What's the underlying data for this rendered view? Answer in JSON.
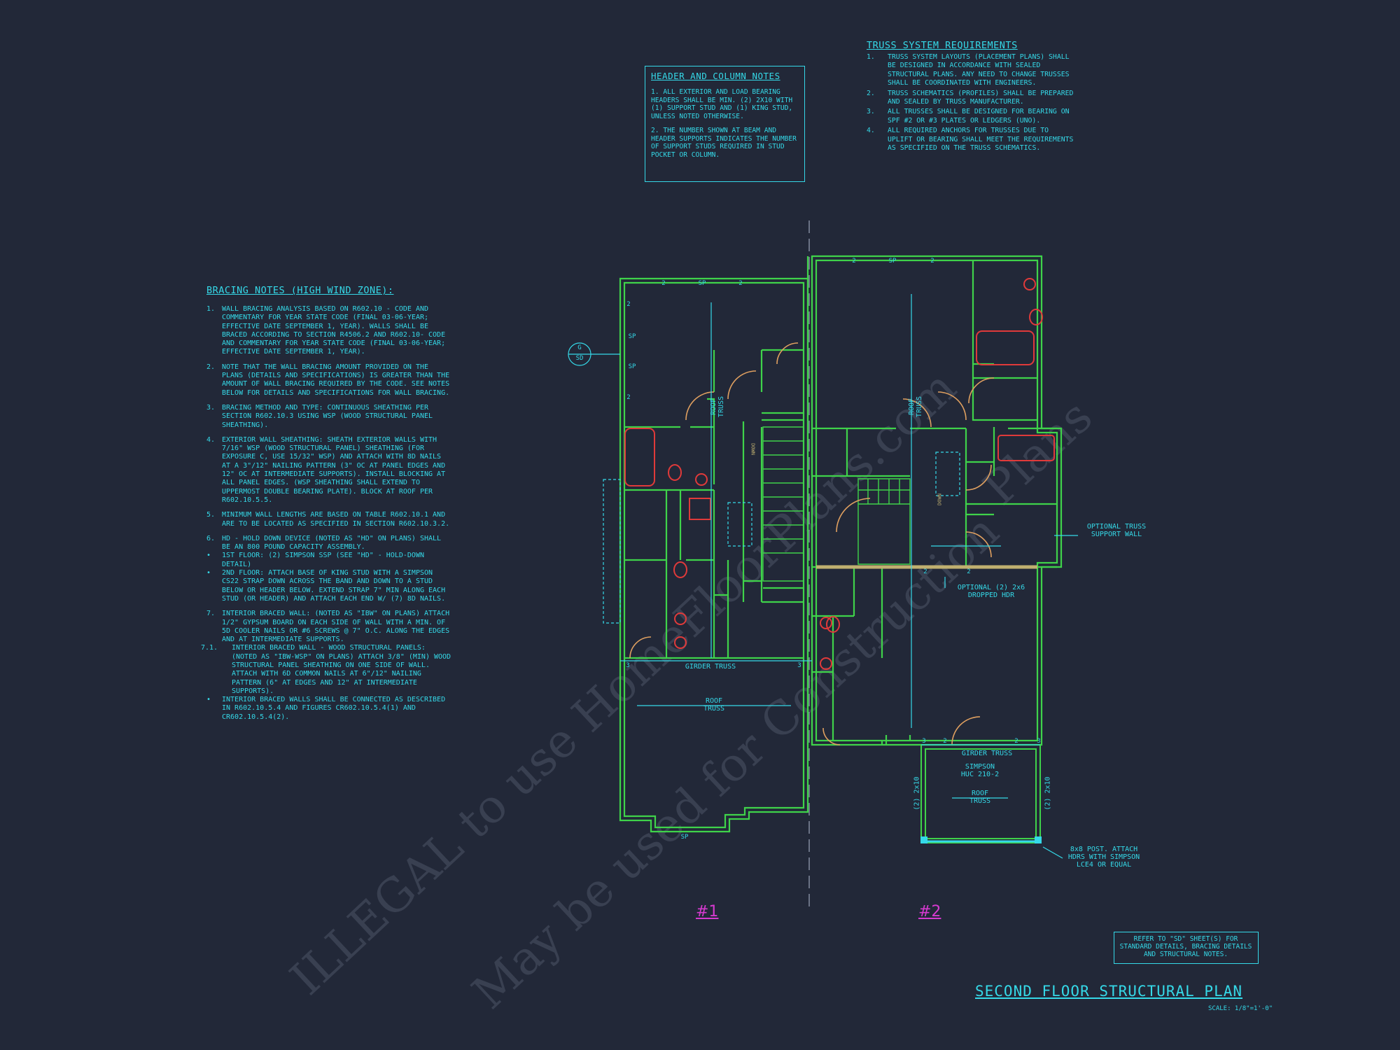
{
  "header_notes": {
    "title": "HEADER AND COLUMN NOTES",
    "items": [
      "1. ALL EXTERIOR AND LOAD BEARING HEADERS SHALL BE MIN. (2) 2x10 WITH (1) SUPPORT STUD AND (1) KING STUD, UNLESS NOTED OTHERWISE.",
      "2. THE NUMBER SHOWN AT BEAM AND HEADER SUPPORTS INDICATES THE NUMBER OF SUPPORT STUDS REQUIRED IN STUD POCKET OR COLUMN."
    ]
  },
  "truss_notes": {
    "title": "TRUSS SYSTEM REQUIREMENTS",
    "items": [
      {
        "num": "1.",
        "text": "TRUSS SYSTEM LAYOUTS (PLACEMENT PLANS) SHALL BE DESIGNED IN ACCORDANCE WITH SEALED STRUCTURAL PLANS. ANY NEED TO CHANGE TRUSSES SHALL BE COORDINATED WITH ENGINEERS."
      },
      {
        "num": "2.",
        "text": "TRUSS SCHEMATICS (PROFILES) SHALL BE PREPARED AND SEALED BY TRUSS MANUFACTURER."
      },
      {
        "num": "3.",
        "text": "ALL TRUSSES SHALL BE DESIGNED FOR BEARING ON SPF #2 OR #3 PLATES OR LEDGERS (UNO)."
      },
      {
        "num": "4.",
        "text": "ALL REQUIRED ANCHORS FOR TRUSSES DUE TO UPLIFT OR BEARING SHALL MEET THE REQUIREMENTS AS SPECIFIED ON THE TRUSS SCHEMATICS."
      }
    ]
  },
  "bracing_notes": {
    "title": "BRACING NOTES (HIGH WIND ZONE):",
    "items": [
      {
        "num": "1.",
        "text": "WALL BRACING ANALYSIS BASED ON R602.10 - CODE AND COMMENTARY FOR YEAR STATE CODE (FINAL 03-06-YEAR; EFFECTIVE DATE SEPTEMBER 1, YEAR). WALLS SHALL BE BRACED ACCORDING TO SECTION R4506.2 AND R602.10- CODE AND COMMENTARY FOR YEAR STATE CODE (FINAL 03-06-YEAR; EFFECTIVE DATE SEPTEMBER 1, YEAR)."
      },
      {
        "num": "2.",
        "text": "NOTE THAT THE WALL BRACING AMOUNT PROVIDED ON THE PLANS (DETAILS AND SPECIFICATIONS) IS GREATER THAN THE AMOUNT OF WALL BRACING REQUIRED BY THE CODE. SEE NOTES BELOW FOR DETAILS AND SPECIFICATIONS FOR WALL BRACING."
      },
      {
        "num": "3.",
        "text": "BRACING METHOD AND TYPE: CONTINUOUS SHEATHING PER SECTION R602.10.3 USING WSP (WOOD STRUCTURAL PANEL SHEATHING)."
      },
      {
        "num": "4.",
        "text": "EXTERIOR WALL SHEATHING: SHEATH EXTERIOR WALLS WITH 7/16\" WSP (WOOD STRUCTURAL PANEL) SHEATHING (FOR EXPOSURE C, USE 15/32\" WSP) AND ATTACH WITH 8d NAILS AT A 3\"/12\" NAILING PATTERN (3\" OC AT PANEL EDGES AND 12\" OC AT INTERMEDIATE SUPPORTS). INSTALL BLOCKING AT ALL PANEL EDGES. (WSP SHEATHING SHALL EXTEND TO UPPERMOST DOUBLE BEARING PLATE). BLOCK AT ROOF PER R602.10.5.5."
      },
      {
        "num": "5.",
        "text": "MINIMUM WALL LENGTHS ARE BASED ON TABLE R602.10.1 AND ARE TO BE LOCATED AS SPECIFIED IN SECTION R602.10.3.2."
      },
      {
        "num": "6.",
        "text": "HD - HOLD DOWN DEVICE (NOTED AS \"HD\" ON PLANS) SHALL BE AN 800 POUND CAPACITY ASSEMBLY."
      },
      {
        "num": "•",
        "text": "1ST FLOOR: (2) SIMPSON SSP (SEE \"HD\" - HOLD-DOWN DETAIL)"
      },
      {
        "num": "•",
        "text": "2ND FLOOR: ATTACH BASE OF KING STUD WITH A SIMPSON CS22 STRAP DOWN ACROSS THE BAND AND DOWN TO A STUD BELOW OR HEADER BELOW. EXTEND STRAP 7\" MIN ALONG EACH STUD (OR HEADER) AND ATTACH EACH END W/ (7) 8d NAILS."
      },
      {
        "num": "7.",
        "text": "INTERIOR BRACED WALL: (NOTED AS \"IBW\" ON PLANS) ATTACH 1/2\" GYPSUM BOARD ON EACH SIDE OF WALL WITH A MIN. OF 5d COOLER NAILS OR #6 SCREWS @ 7\" O.C. ALONG THE EDGES AND AT INTERMEDIATE SUPPORTS."
      },
      {
        "num": "7.1.",
        "text": "INTERIOR BRACED WALL - WOOD STRUCTURAL PANELS: (NOTED AS \"IBW-WSP\" ON PLANS) ATTACH 3/8\" (MIN) WOOD STRUCTURAL PANEL SHEATHING ON ONE SIDE OF WALL. ATTACH WITH 6d COMMON NAILS AT 6\"/12\" NAILING PATTERN (6\" AT EDGES AND 12\" AT INTERMEDIATE SUPPORTS)."
      },
      {
        "num": "•",
        "text": "INTERIOR BRACED WALLS SHALL BE CONNECTED AS DESCRIBED IN R602.10.5.4 AND FIGURES CR602.10.5.4(1) AND CR602.10.5.4(2)."
      }
    ]
  },
  "plan_labels": {
    "girder_truss_1": "GIRDER TRUSS",
    "girder_truss_2": "GIRDER TRUSS",
    "roof_truss_bottom": "ROOF\nTRUSS",
    "roof_truss_porch": "ROOF\nTRUSS",
    "roof_truss_v1": "ROOF\nTRUSS",
    "roof_truss_v2": "ROOF\nTRUSS",
    "optional_truss": "OPTIONAL TRUSS\nSUPPORT WALL",
    "optional_hdr": "OPTIONAL (2) 2x6\nDROPPED HDR",
    "simpson": "SIMPSON\nHUC 210-2",
    "post": "8x8 POST. ATTACH\nHDRS WITH SIMPSON\nLCE4 OR EQUAL",
    "porch_hdr_left": "(2) 2x10",
    "porch_hdr_right": "(2) 2x10",
    "grid_top": "G",
    "grid_bottom": "SD",
    "down1": "DOWN",
    "down2": "DOWN",
    "sp_marks": [
      "SP",
      "SP",
      "SP",
      "SP",
      "SP"
    ],
    "num_marks": [
      "2",
      "2",
      "2",
      "2",
      "2",
      "2",
      "3",
      "3",
      "2",
      "2",
      "3",
      "2",
      "2",
      "3"
    ]
  },
  "unit_tags": [
    "#1",
    "#2"
  ],
  "refer_note": "REFER TO \"SD\" SHEET(S) FOR STANDARD DETAILS, BRACING DETAILS AND STRUCTURAL NOTES.",
  "sheet_title": "SECOND FLOOR STRUCTURAL PLAN",
  "scale": "SCALE: 1/8\"=1'-0\"",
  "watermark": [
    "ILLEGAL to use HomeFloorPlans.com",
    "May be used for Construction",
    "Plans"
  ],
  "colors": {
    "background": "#222838",
    "notes": "#35d9e8",
    "walls": "#3fd34a",
    "fixtures": "#e03a3a",
    "doors": "#e0a060",
    "tags": "#d63ad0"
  }
}
